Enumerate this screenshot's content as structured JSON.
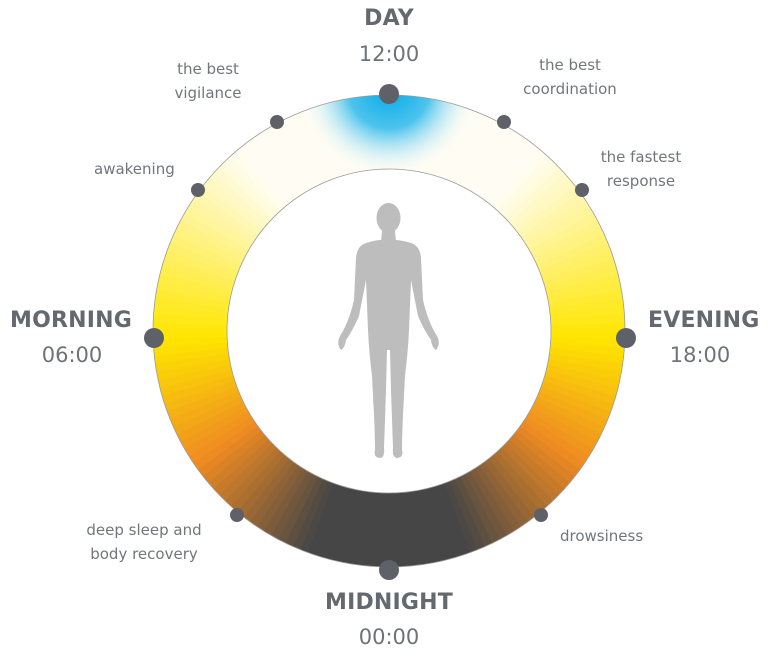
{
  "major_labels": {
    "day": {
      "title": "DAY",
      "time": "12:00"
    },
    "evening": {
      "title": "EVENING",
      "time": "18:00"
    },
    "midnight": {
      "title": "MIDNIGHT",
      "time": "00:00"
    },
    "morning": {
      "title": "MORNING",
      "time": "06:00"
    }
  },
  "phase_labels": {
    "best_vigilance": [
      "the best",
      "vigilance"
    ],
    "best_coordination": [
      "the best",
      "coordination"
    ],
    "fastest_response": [
      "the fastest",
      "response"
    ],
    "awakening": [
      "awakening"
    ],
    "drowsiness": [
      "drowsiness"
    ],
    "deep_sleep": [
      "deep sleep and",
      "body recovery"
    ]
  },
  "colors": {
    "day_blue": "#00a8e8",
    "light": "#fffdf3",
    "yellow": "#ffe600",
    "orange": "#ee8a22",
    "night_dark": "#464646",
    "marker": "#5e6167",
    "figure": "#bdbdbd"
  },
  "icons": {
    "center": "human-silhouette-icon"
  }
}
